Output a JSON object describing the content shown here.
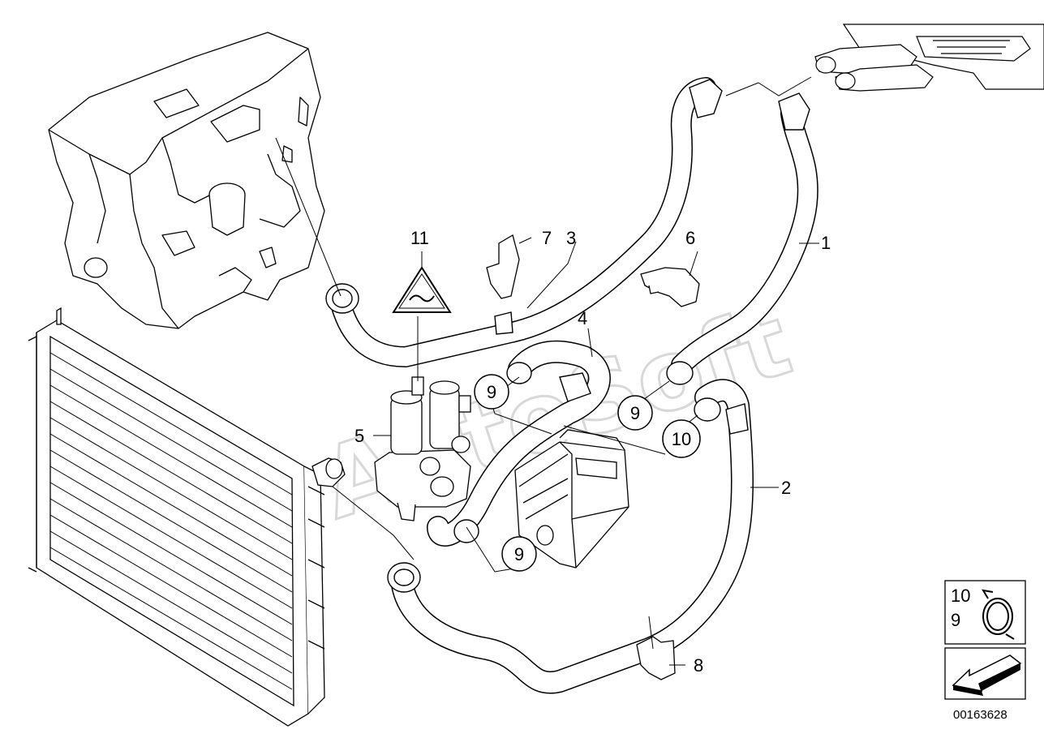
{
  "watermark": "AutoSoft",
  "callouts": [
    {
      "id": "c1",
      "label": "1"
    },
    {
      "id": "c2",
      "label": "2"
    },
    {
      "id": "c3",
      "label": "3"
    },
    {
      "id": "c4",
      "label": "4"
    },
    {
      "id": "c5",
      "label": "5"
    },
    {
      "id": "c6",
      "label": "6"
    },
    {
      "id": "c7",
      "label": "7"
    },
    {
      "id": "c8",
      "label": "8"
    },
    {
      "id": "c11",
      "label": "11"
    }
  ],
  "circled_callouts": [
    {
      "id": "c9a",
      "label": "9"
    },
    {
      "id": "c9b",
      "label": "9"
    },
    {
      "id": "c9c",
      "label": "9"
    },
    {
      "id": "c10",
      "label": "10"
    }
  ],
  "legend": {
    "line1": "10",
    "line2": "9"
  },
  "diagram_number": "00163628"
}
